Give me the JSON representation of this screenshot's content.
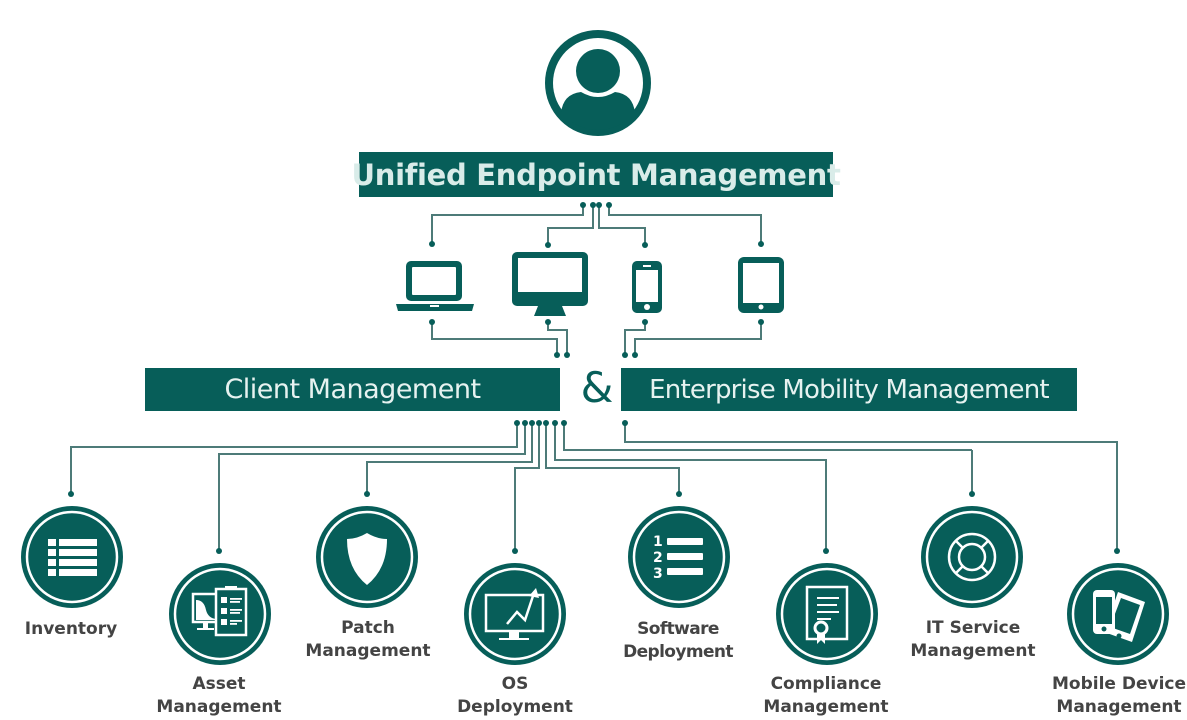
{
  "title": "Unified Endpoint Management",
  "colors": {
    "primary": "#075e59",
    "line": "#4d7b78",
    "text": "#444444",
    "banner_text": "#d9ece9"
  },
  "top_icon": "user-avatar-icon",
  "devices": [
    {
      "name": "laptop",
      "icon": "laptop-icon"
    },
    {
      "name": "desktop",
      "icon": "desktop-monitor-icon"
    },
    {
      "name": "smartphone",
      "icon": "smartphone-icon"
    },
    {
      "name": "tablet",
      "icon": "tablet-icon"
    }
  ],
  "client_management": "Client Management",
  "ampersand": "&",
  "enterprise_mobility_management": "Enterprise Mobility Management",
  "modules": [
    {
      "lines": [
        "Inventory"
      ],
      "icon": "list-icon"
    },
    {
      "lines": [
        "Asset",
        "Management"
      ],
      "icon": "asset-clipboard-icon"
    },
    {
      "lines": [
        "Patch",
        "Management"
      ],
      "icon": "shield-icon"
    },
    {
      "lines": [
        "OS",
        "Deployment"
      ],
      "icon": "monitor-chart-icon"
    },
    {
      "lines": [
        "Software",
        "Deployment"
      ],
      "icon": "numbered-list-icon"
    },
    {
      "lines": [
        "Compliance",
        "Management"
      ],
      "icon": "certificate-icon"
    },
    {
      "lines": [
        "IT Service",
        "Management"
      ],
      "icon": "lifebuoy-icon"
    },
    {
      "lines": [
        "Mobile Device",
        "Management"
      ],
      "icon": "mobile-devices-icon"
    }
  ]
}
